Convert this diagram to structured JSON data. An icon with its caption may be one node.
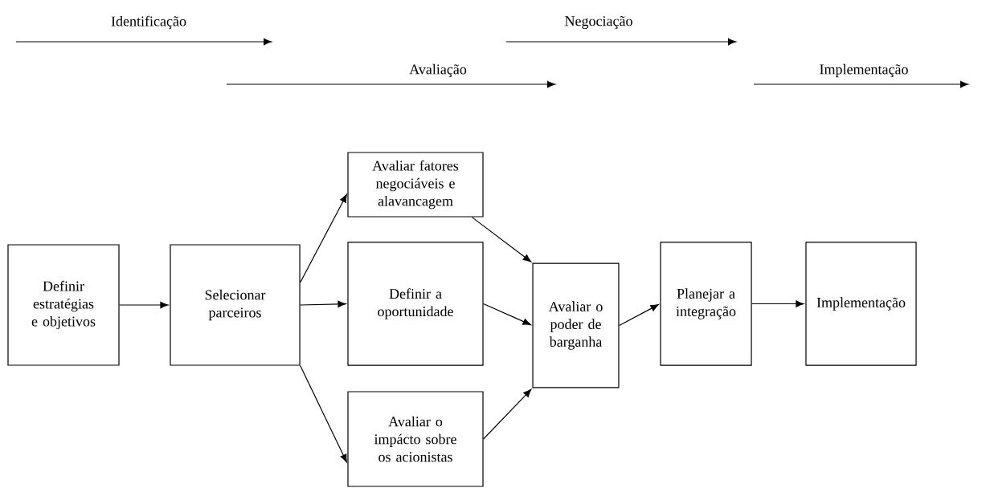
{
  "diagram": {
    "nodes": [
      {
        "text": [
          "Definir estratégias e objetivos"
        ]
      },
      {
        "text": [
          "Selecionar parceiros"
        ]
      },
      {
        "text": [
          "Avaliar fatores negociáveis e alavancagem"
        ]
      },
      {
        "text": [
          "Definir a oportunidade"
        ]
      },
      {
        "text": [
          "Avaliar o impácto sobre os acionistas"
        ]
      },
      {
        "text": [
          "Avaliar o poder de barganha"
        ]
      },
      {
        "text": [
          "Planejar a integração"
        ]
      },
      {
        "text": [
          "Implementação"
        ]
      }
    ],
    "edges": [
      {
        "from": 0,
        "to": 1,
        "arrow": "to"
      },
      {
        "from": 1,
        "to": 2,
        "arrow": "to"
      },
      {
        "from": 1,
        "to": 3,
        "arrow": "to"
      },
      {
        "from": 1,
        "to": 4,
        "arrow": "to"
      },
      {
        "from": 2,
        "to": 5,
        "arrow": "to"
      },
      {
        "from": 3,
        "to": 5,
        "arrow": "to"
      },
      {
        "from": 4,
        "to": 5,
        "arrow": "to"
      },
      {
        "from": 5,
        "to": 6,
        "arrow": "to"
      },
      {
        "from": 6,
        "to": 7,
        "arrow": "to"
      }
    ],
    "labels": [
      "Identificação",
      "Negociação",
      "Avaliação",
      "Implementação"
    ]
  }
}
